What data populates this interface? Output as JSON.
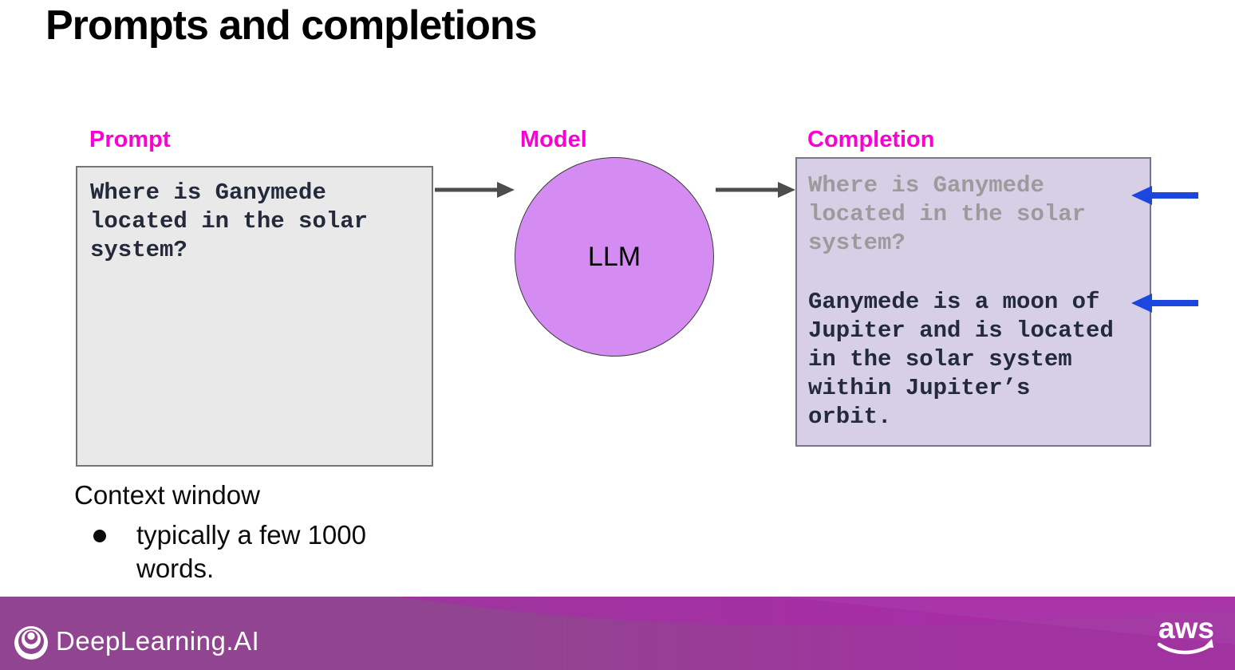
{
  "slide": {
    "title": "Prompts and completions"
  },
  "diagram": {
    "prompt_label": "Prompt",
    "model_label": "Model",
    "completion_label": "Completion",
    "prompt_text": "Where is Ganymede\nlocated in the solar\nsystem?",
    "model_name": "LLM",
    "completion_echo_text": "Where is Ganymede\nlocated in the solar\nsystem?",
    "completion_answer_text": "Ganymede is a moon of\nJupiter and is located\nin the solar system\nwithin Jupiter’s\norbit."
  },
  "notes": {
    "heading": "Context window",
    "bullet_text": "typically a few 1000 words."
  },
  "footer": {
    "deeplearning_logo_text": "DeepLearning.AI",
    "aws_logo_text": "aws"
  },
  "colors": {
    "magenta": "#FB00D2",
    "mono_dark": "#232A3C",
    "mono_gray": "#9B9B9B",
    "arrow_gray": "#4D4D4D",
    "arrow_blue": "#1C47DF",
    "circle_fill": "#D58CF2",
    "circle_border": "#3C3C3C",
    "prompt_bg": "#E9E9E9",
    "prompt_border": "#757575",
    "completion_bg": "#D6CFE6",
    "completion_border": "#7A7489",
    "footer_a": "#91448F",
    "footer_b": "#A133A1",
    "footer_wave": "#AC28AC"
  }
}
